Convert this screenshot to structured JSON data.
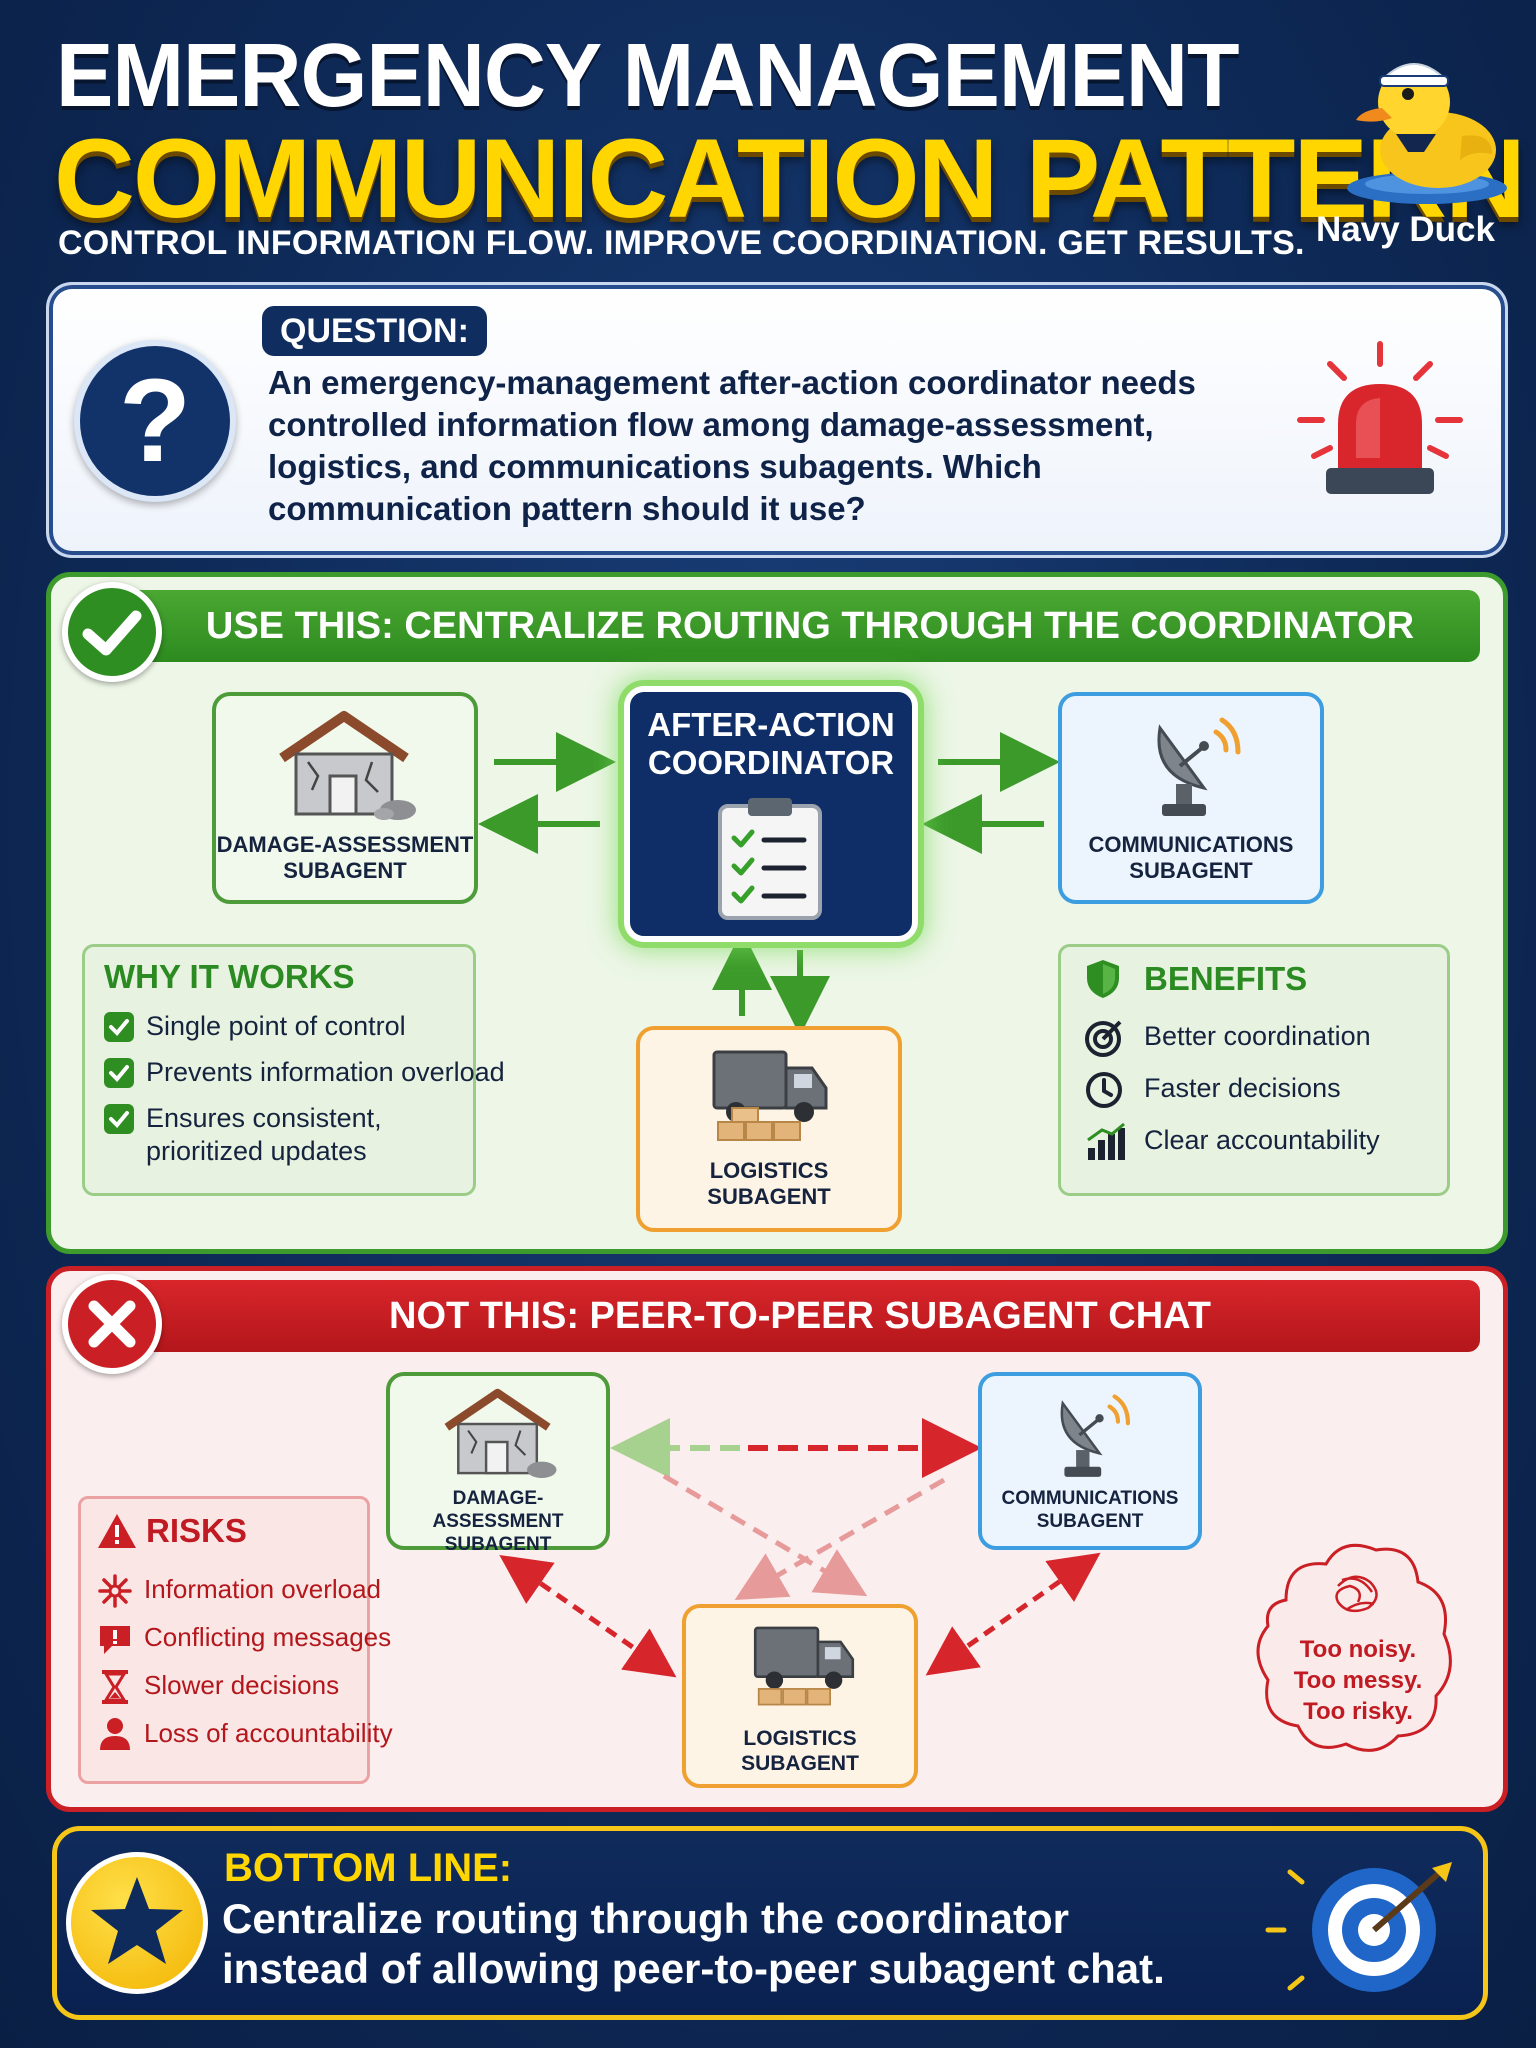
{
  "header": {
    "title_line1": "EMERGENCY MANAGEMENT",
    "title_line2": "COMMUNICATION PATTERN",
    "subtitle": "CONTROL INFORMATION FLOW. IMPROVE COORDINATION. GET RESULTS.",
    "brand": "Navy Duck"
  },
  "question": {
    "tag": "QUESTION:",
    "text": "An emergency-management after-action coordinator needs controlled information flow among damage-assessment, logistics, and communications subagents. Which communication pattern should it use?",
    "icon": "question-mark-icon",
    "alert_icon": "siren-icon"
  },
  "use_this": {
    "banner": "USE THIS: CENTRALIZE ROUTING THROUGH THE COORDINATOR",
    "coordinator": [
      "AFTER-ACTION",
      "COORDINATOR"
    ],
    "damage": [
      "DAMAGE-ASSESSMENT",
      "SUBAGENT"
    ],
    "communications": [
      "COMMUNICATIONS",
      "SUBAGENT"
    ],
    "logistics": [
      "LOGISTICS",
      "SUBAGENT"
    ],
    "why_title": "WHY IT WORKS",
    "why_items": [
      "Single point of control",
      "Prevents information overload",
      "Ensures consistent,",
      "prioritized updates"
    ],
    "benefits_title": "BENEFITS",
    "benefits": [
      "Better coordination",
      "Faster decisions",
      "Clear accountability"
    ]
  },
  "not_this": {
    "banner": "NOT THIS: PEER-TO-PEER SUBAGENT CHAT",
    "damage": [
      "DAMAGE-ASSESSMENT",
      "SUBAGENT"
    ],
    "communications": [
      "COMMUNICATIONS",
      "SUBAGENT"
    ],
    "logistics": [
      "LOGISTICS",
      "SUBAGENT"
    ],
    "risks_title": "RISKS",
    "risks": [
      "Information overload",
      "Conflicting messages",
      "Slower decisions",
      "Loss of accountability"
    ],
    "warning": [
      "Too noisy.",
      "Too messy.",
      "Too risky."
    ]
  },
  "bottom_line": {
    "title": "BOTTOM LINE:",
    "line1": "Centralize routing through the coordinator",
    "line2": "instead of allowing peer-to-peer subagent chat."
  },
  "colors": {
    "navy": "#0f2d5e",
    "yellow": "#ffd600",
    "green": "#3d9a2c",
    "red": "#c91f25",
    "blue": "#3c9de0",
    "orange": "#f0a030"
  }
}
